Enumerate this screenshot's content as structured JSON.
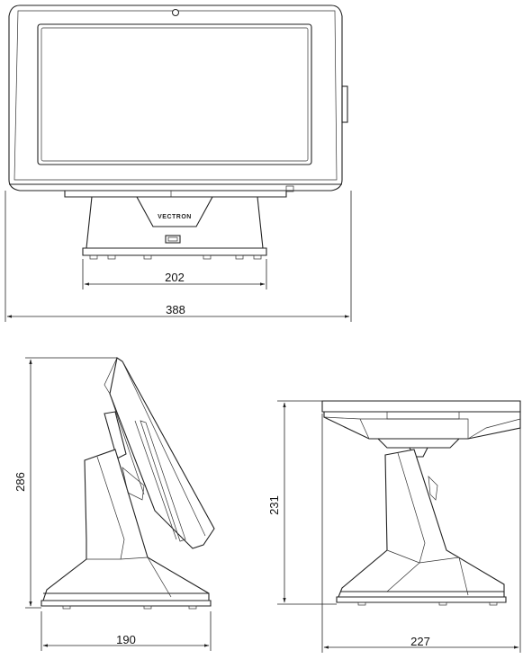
{
  "brand": "VECTRON",
  "front_view": {
    "dim_base_width": "202",
    "dim_total_width": "388"
  },
  "side_view": {
    "dim_height": "286",
    "dim_depth": "190"
  },
  "side_view_low": {
    "dim_height": "231",
    "dim_depth": "227"
  }
}
